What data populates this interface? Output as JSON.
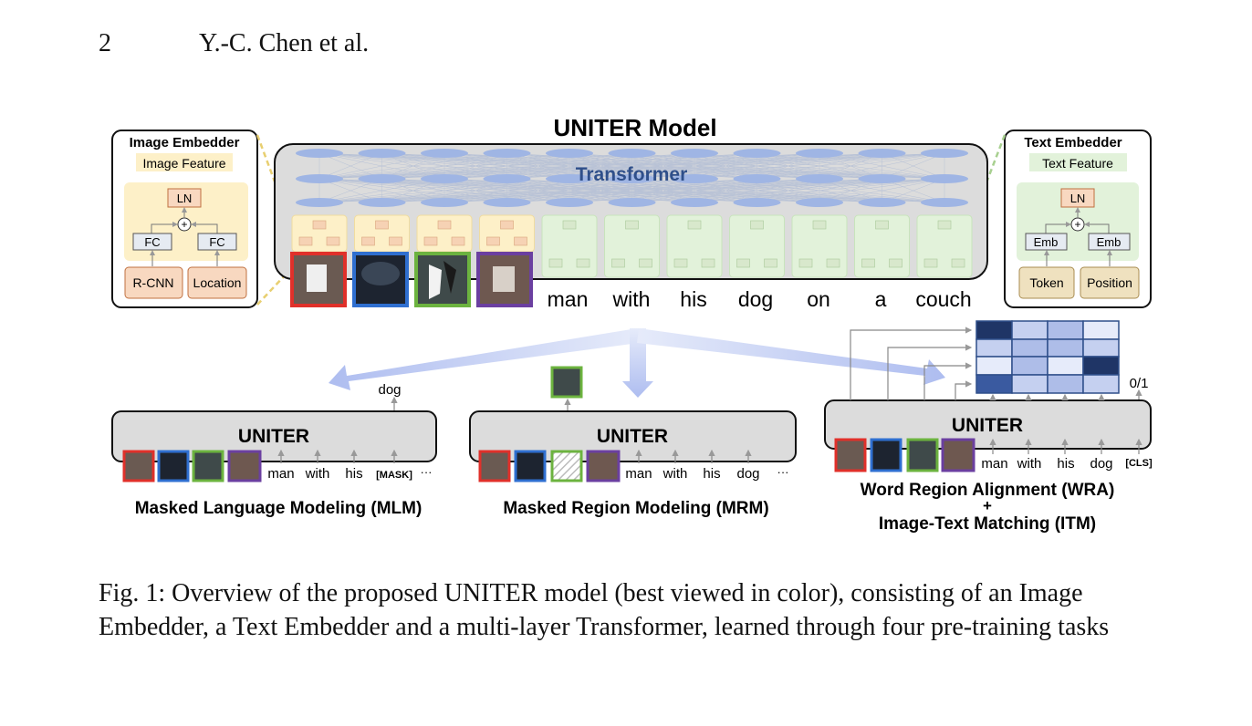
{
  "header": {
    "page_number": "2",
    "authors": "Y.-C. Chen et al."
  },
  "figure": {
    "title": "UNITER Model",
    "transformer_label": "Transformer",
    "image_embedder": {
      "title": "Image Embedder",
      "feature": "Image Feature",
      "ln": "LN",
      "plus": "+",
      "fc_left": "FC",
      "fc_right": "FC",
      "input_left": "R-CNN",
      "input_right": "Location"
    },
    "text_embedder": {
      "title": "Text Embedder",
      "feature": "Text Feature",
      "ln": "LN",
      "plus": "+",
      "emb_left": "Emb",
      "emb_right": "Emb",
      "input_left": "Token",
      "input_right": "Position"
    },
    "tokens": [
      "man",
      "with",
      "his",
      "dog",
      "on",
      "a",
      "couch"
    ],
    "colors": {
      "red": "#e0302a",
      "blue": "#2f6fd0",
      "green": "#6cb33f",
      "purple": "#6b3fa0",
      "transformer_bg": "#dcdcdc",
      "image_emb_bg": "#fdf0c8",
      "text_emb_bg": "#e2f2da",
      "arrow": "#b9c6ef",
      "heat_dark": "#1f3566",
      "heat_mid": "#7f95d8",
      "heat_light": "#c5d0f0"
    },
    "mlm": {
      "box_label": "UNITER",
      "output": "dog",
      "tokens": [
        "man",
        "with",
        "his",
        "[MASK]",
        "···"
      ],
      "caption": "Masked Language Modeling (MLM)"
    },
    "mrm": {
      "box_label": "UNITER",
      "tokens": [
        "man",
        "with",
        "his",
        "dog",
        "···"
      ],
      "caption": "Masked Region Modeling (MRM)"
    },
    "wra": {
      "box_label": "UNITER",
      "output": "0/1",
      "tokens": [
        "man",
        "with",
        "his",
        "dog",
        "[CLS]"
      ],
      "caption_line1": "Word Region Alignment (WRA)",
      "caption_plus": "+",
      "caption_line2": "Image-Text Matching (ITM)"
    }
  },
  "caption": "Fig. 1: Overview of the proposed UNITER model (best viewed in color), consisting of an Image Embedder, a Text Embedder and a multi-layer Transformer, learned through four pre-training tasks"
}
